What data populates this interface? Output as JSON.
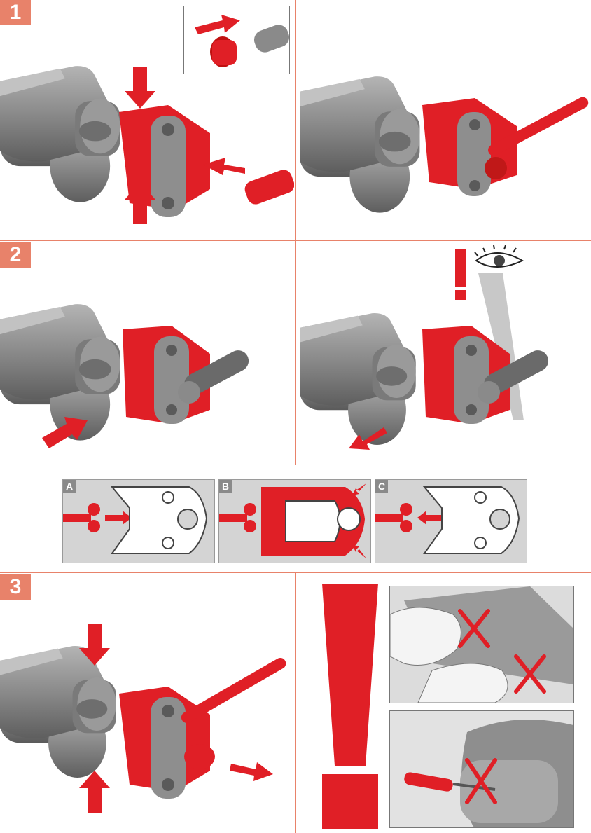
{
  "steps": {
    "one": "1",
    "two": "2",
    "three": "3"
  },
  "abc": {
    "a": "A",
    "b": "B",
    "c": "C"
  },
  "colors": {
    "accent_rule": "#e8826a",
    "jaw_red": "#e01f26",
    "tool_gray": "#8c8c8c",
    "panel_gray": "#d4d4d4"
  },
  "icons": [
    "exclamation-icon",
    "eye-icon",
    "cross-icon",
    "arrow-icon"
  ]
}
